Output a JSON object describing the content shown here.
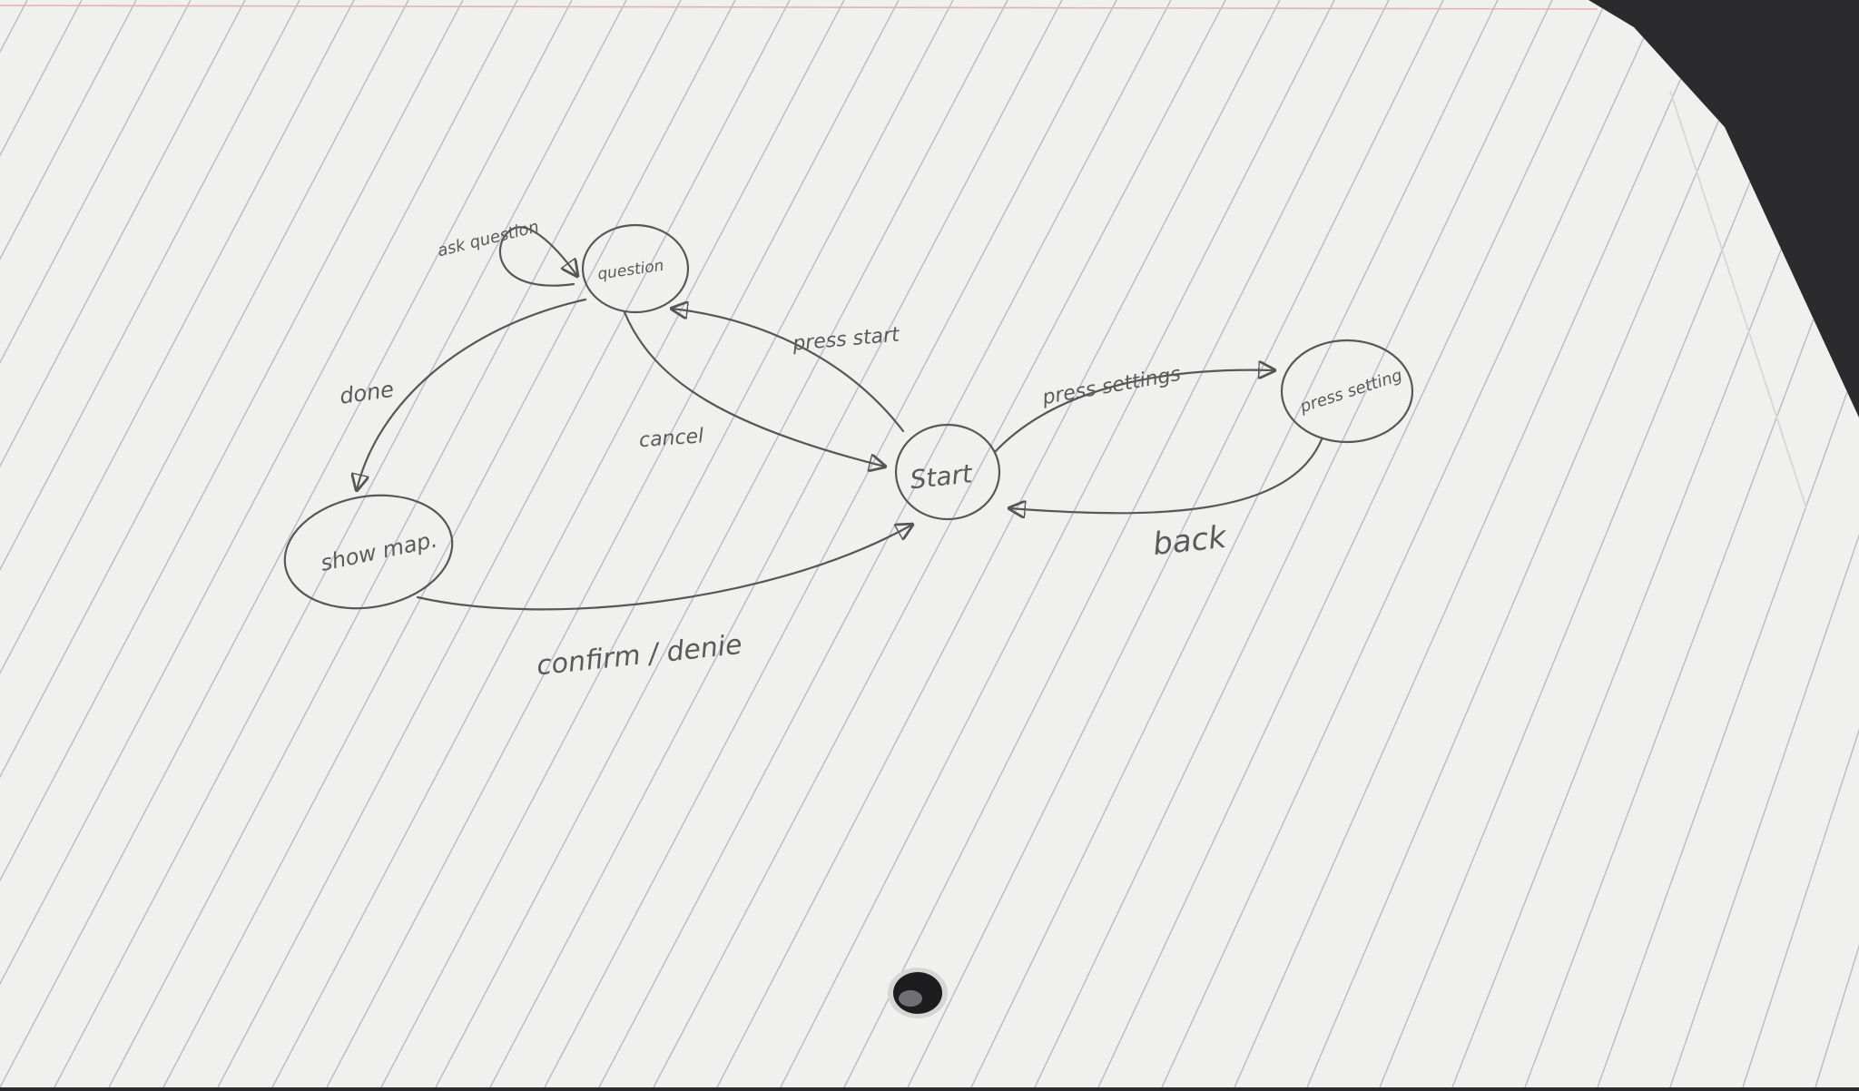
{
  "diagram": {
    "states": [
      {
        "id": "question",
        "label": "question"
      },
      {
        "id": "start",
        "label": "Start"
      },
      {
        "id": "show-map",
        "label": "show map."
      },
      {
        "id": "press-setting",
        "label": "press setting"
      }
    ],
    "transitions": [
      {
        "from": "question",
        "to": "question",
        "label": "ask question"
      },
      {
        "from": "start",
        "to": "question",
        "label": "press start"
      },
      {
        "from": "question",
        "to": "start",
        "label": "cancel"
      },
      {
        "from": "question",
        "to": "show-map",
        "label": "done"
      },
      {
        "from": "show-map",
        "to": "start",
        "label": "confirm / denie"
      },
      {
        "from": "start",
        "to": "press-setting",
        "label": "press settings"
      },
      {
        "from": "press-setting",
        "to": "start",
        "label": "back"
      }
    ]
  },
  "colors": {
    "paper": "#f1f1ef",
    "ruled_line": "#b4b6bd",
    "margin_line": "#e6b3b8",
    "ink": "#555555",
    "background": "#2b2b2e"
  }
}
